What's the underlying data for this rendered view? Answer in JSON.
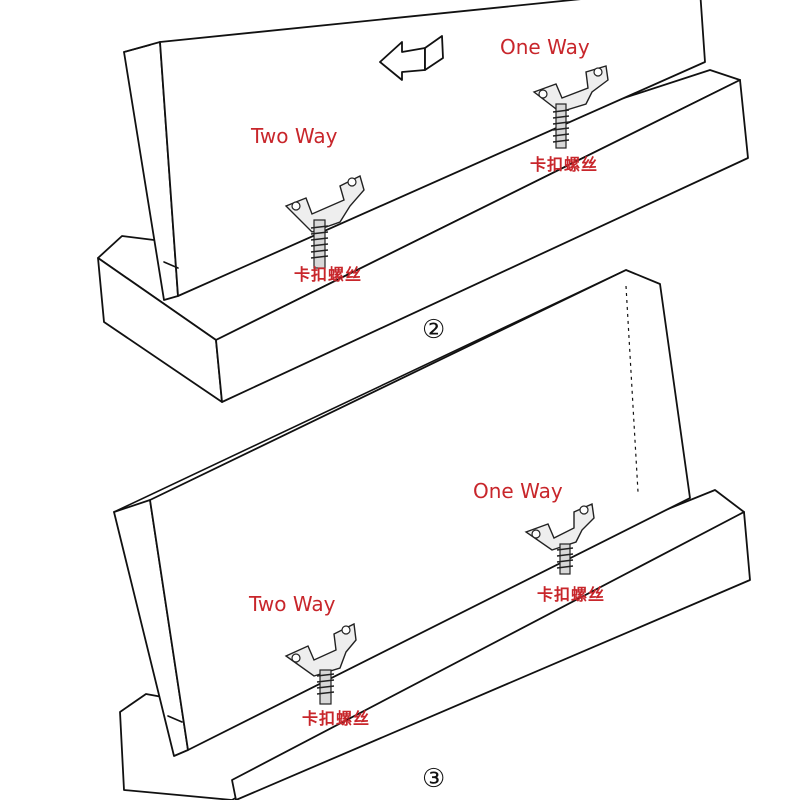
{
  "step_a": {
    "marker": "②",
    "one_way": "One Way",
    "two_way": "Two Way",
    "screw_right": "卡扣螺丝",
    "screw_left": "卡扣螺丝",
    "arrow_icon": "arrow-left-icon"
  },
  "step_b": {
    "marker": "③",
    "one_way": "One Way",
    "two_way": "Two Way",
    "screw_right": "卡扣螺丝",
    "screw_left": "卡扣螺丝"
  },
  "colors": {
    "label_red": "#c8262b",
    "line": "#111111"
  }
}
